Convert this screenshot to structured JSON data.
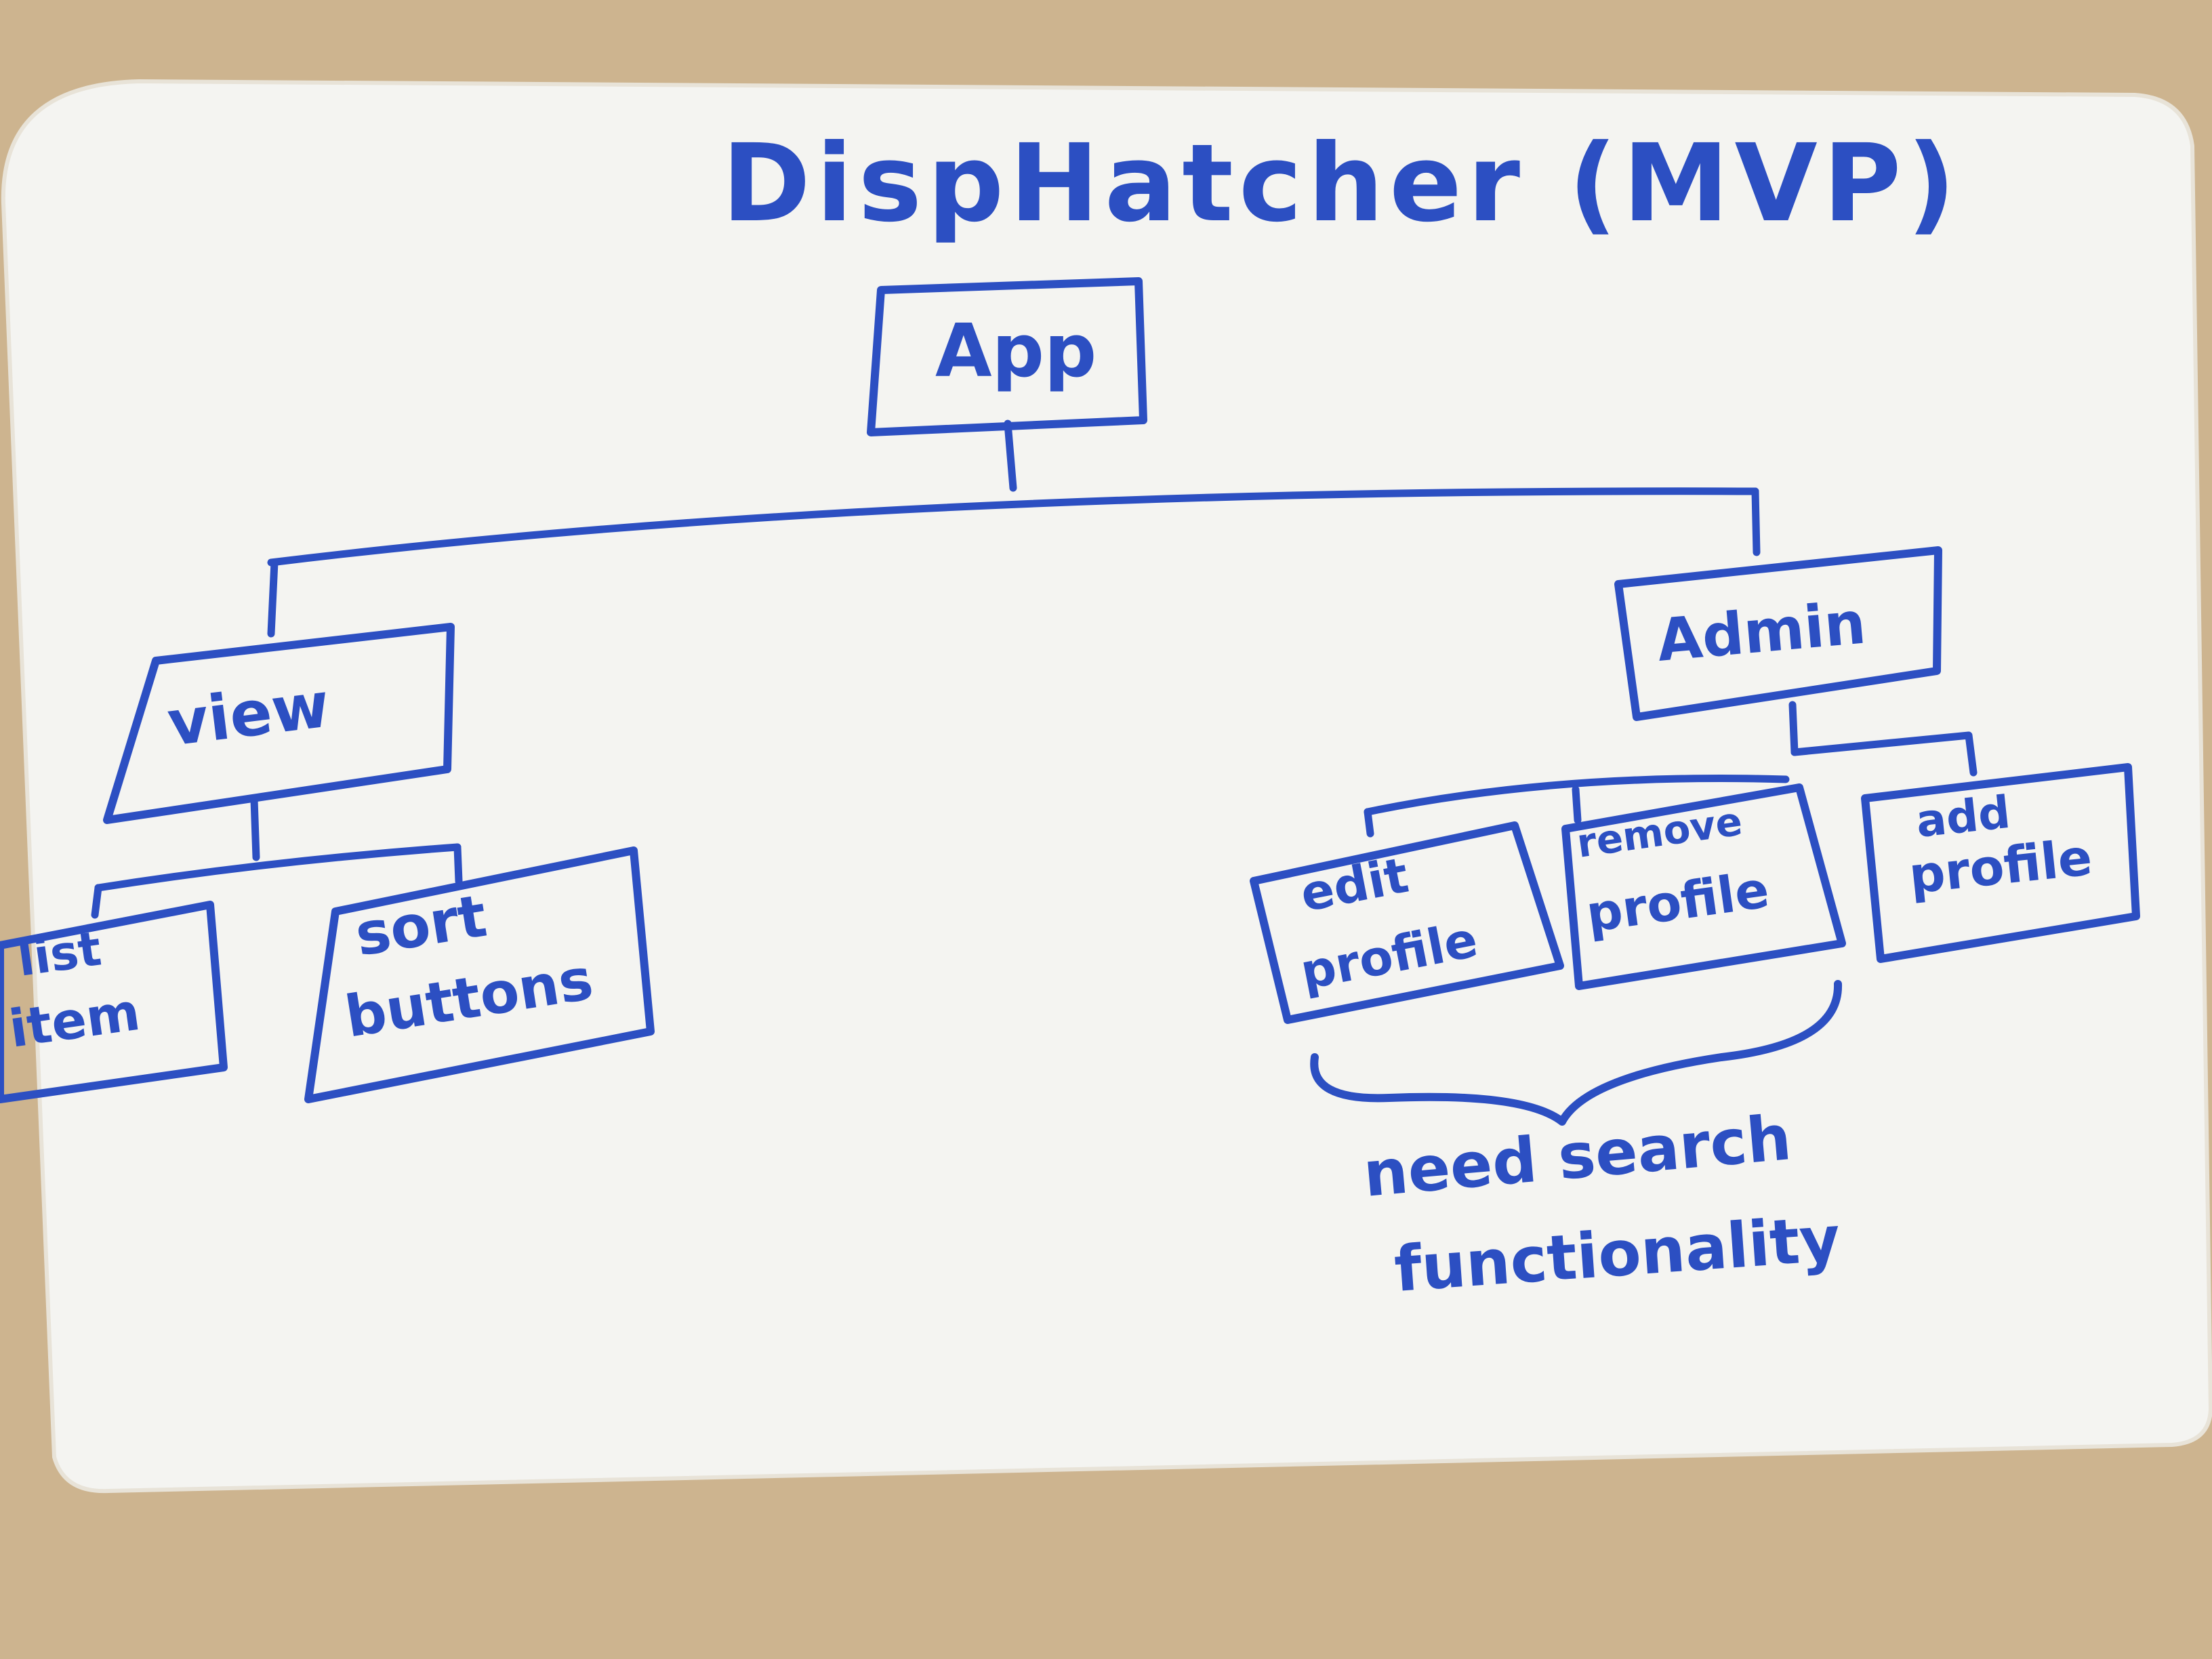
{
  "diagram": {
    "title": "DispHatcher (MVP)",
    "root": "App",
    "view_node": {
      "label": "view",
      "children": [
        [
          "list",
          "item"
        ],
        [
          "sort",
          "buttons"
        ]
      ]
    },
    "admin_node": {
      "label": "Admin",
      "children": [
        [
          "edit",
          "profile"
        ],
        [
          "remove",
          "profile"
        ],
        [
          "add",
          "profile"
        ]
      ]
    },
    "annotation": [
      "need search",
      "functionality"
    ]
  },
  "colors": {
    "marker": "#2c4fc2",
    "board": "#f4f4f1",
    "desk": "#cdb48f"
  }
}
